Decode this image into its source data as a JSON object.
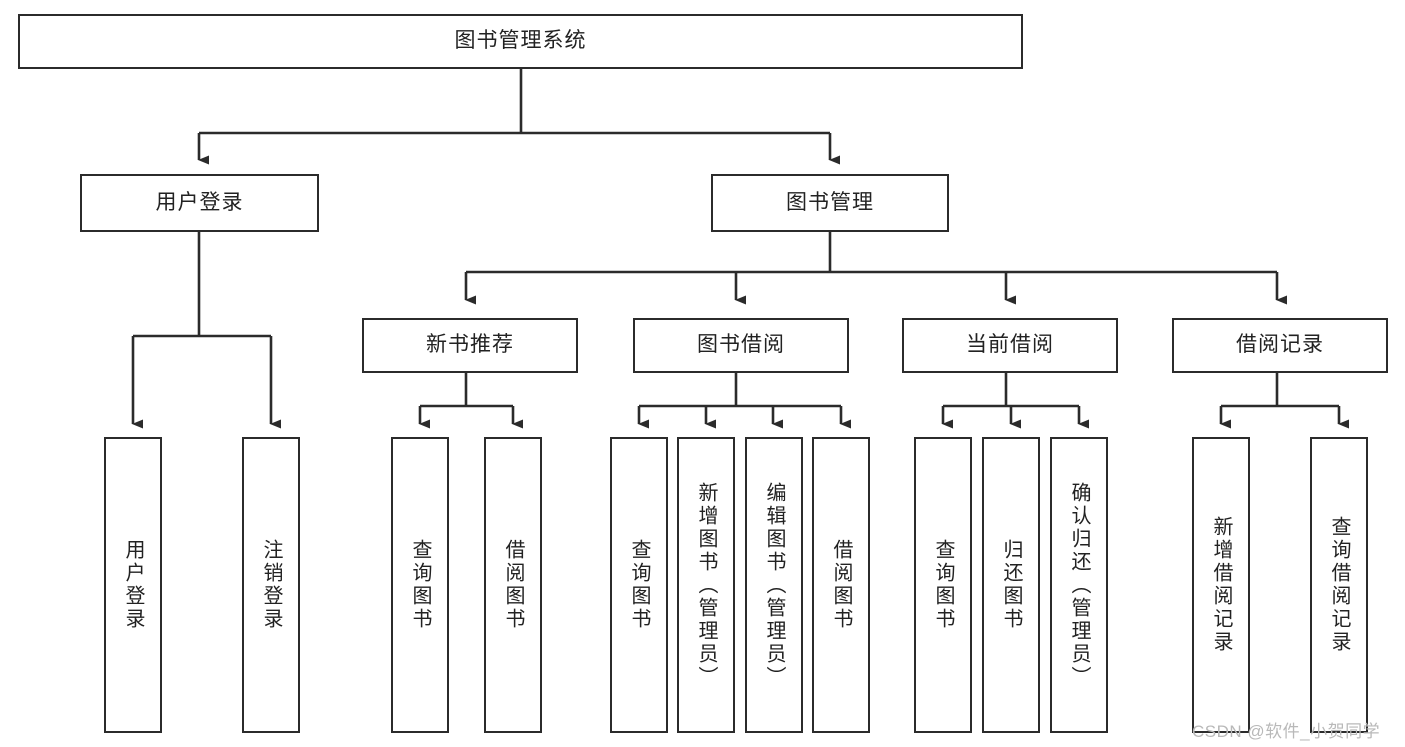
{
  "diagram": {
    "title": "图书管理系统",
    "type": "tree-hierarchy-chart",
    "watermark": "CSDN @软件_小贺同学",
    "root": {
      "id": "root",
      "label": "图书管理系统"
    },
    "level2": [
      {
        "id": "user-login",
        "label": "用户登录"
      },
      {
        "id": "book-manage",
        "label": "图书管理"
      }
    ],
    "level3": [
      {
        "id": "new-book-recommend",
        "label": "新书推荐"
      },
      {
        "id": "book-borrow",
        "label": "图书借阅"
      },
      {
        "id": "current-borrow",
        "label": "当前借阅"
      },
      {
        "id": "borrow-record",
        "label": "借阅记录"
      }
    ],
    "leaves": {
      "user_login": [
        {
          "id": "leaf-user-login",
          "label": "用户登录"
        },
        {
          "id": "leaf-logout-login",
          "label": "注销登录"
        }
      ],
      "new_book_recommend": [
        {
          "id": "leaf-query-book-1",
          "label": "查询图书"
        },
        {
          "id": "leaf-borrow-book-1",
          "label": "借阅图书"
        }
      ],
      "book_borrow": [
        {
          "id": "leaf-query-book-2",
          "label": "查询图书"
        },
        {
          "id": "leaf-add-book",
          "label": "新增图书（管理员）"
        },
        {
          "id": "leaf-edit-book",
          "label": "编辑图书（管理员）"
        },
        {
          "id": "leaf-borrow-book-2",
          "label": "借阅图书"
        }
      ],
      "current_borrow": [
        {
          "id": "leaf-query-book-3",
          "label": "查询图书"
        },
        {
          "id": "leaf-return-book",
          "label": "归还图书"
        },
        {
          "id": "leaf-confirm-return",
          "label": "确认归还（管理员）"
        }
      ],
      "borrow_record": [
        {
          "id": "leaf-add-record",
          "label": "新增借阅记录"
        },
        {
          "id": "leaf-query-record",
          "label": "查询借阅记录"
        }
      ]
    },
    "colors": {
      "box_border": "#2b2b2b",
      "box_fill": "#ffffff",
      "connector": "#2b2b2b",
      "text": "#222222",
      "watermark": "#b9b9b9",
      "background": "#ffffff"
    }
  }
}
